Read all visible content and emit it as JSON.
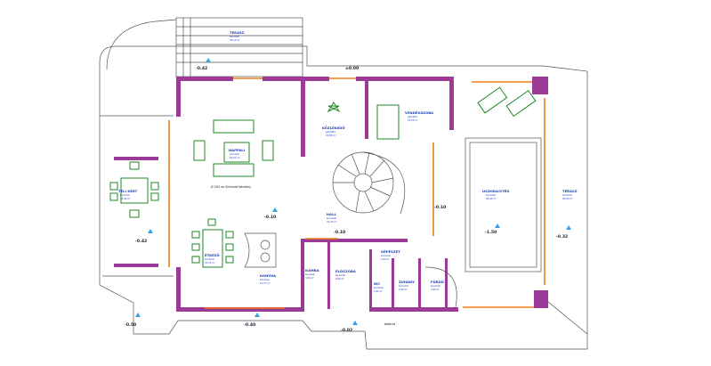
{
  "rooms": [
    {
      "id": "terasz_top",
      "name": "TERASZ",
      "floor": "burkolat",
      "area": "35,15 m²"
    },
    {
      "id": "nappali",
      "name": "NAPPALI",
      "floor": "burkolat",
      "area": "60,01 m²"
    },
    {
      "id": "kozlekedo",
      "name": "KÖZLEKEDŐ",
      "floor": "parketta",
      "area": "15,80 m²"
    },
    {
      "id": "vendegszoba",
      "name": "VENDÉGSZOBA",
      "floor": "parketta",
      "area": "16,55 m²"
    },
    {
      "id": "teli_kert",
      "name": "TÉLI KERT",
      "floor": "burkolat",
      "area": "18,40 m²"
    },
    {
      "id": "hall",
      "name": "HALL",
      "floor": "burkolat",
      "area": "31,33 m²"
    },
    {
      "id": "uszoda",
      "name": "USZODA/STÉG",
      "floor": "burkolat",
      "area": "56,40 m²"
    },
    {
      "id": "terasz_right",
      "name": "TERASZ",
      "floor": "burkolat",
      "area": "20,00 m²"
    },
    {
      "id": "etkezo",
      "name": "ÉTKEZŐ",
      "floor": "burkolat",
      "area": "21,74 m²"
    },
    {
      "id": "konyha",
      "name": "KONYHA",
      "floor": "burkolat",
      "area": "16,77 m²"
    },
    {
      "id": "kamra",
      "name": "KAMRA",
      "floor": "burkolat",
      "area": "3,60 m²"
    },
    {
      "id": "eloszoba",
      "name": "ELŐSZOBA",
      "floor": "burkolat",
      "area": "6,80 m²"
    },
    {
      "id": "wc",
      "name": "WC",
      "floor": "burkolat",
      "area": "1,60 m²"
    },
    {
      "id": "gepeszet",
      "name": "GÉPÉSZET",
      "floor": "burkolat",
      "area": "3,20 m²"
    },
    {
      "id": "zuhany",
      "name": "ZUHANY",
      "floor": "burkolat",
      "area": "2,60 m²"
    },
    {
      "id": "furdo",
      "name": "FÜRDŐ",
      "floor": "burkolat",
      "area": "3,90 m²"
    }
  ],
  "levels": {
    "l_top": "-0.42",
    "l_left": "-0.42",
    "l_mid": "±0.00",
    "l_hall": "-0.10",
    "l_pool": "-1.50",
    "l_right": "-0.32",
    "l_bot1": "-0.50",
    "l_bot2": "-0.40",
    "l_bot3": "-0.02"
  },
  "notes": {
    "chimney": "Ø 200 es Schiedel kémény",
    "entrance": "bejárat"
  },
  "colors": {
    "wall": "#9b3b96",
    "furniture": "#1d8a2a",
    "label": "#1b3fb0",
    "door": "#f07d1a",
    "marker": "#3aa0e8"
  }
}
